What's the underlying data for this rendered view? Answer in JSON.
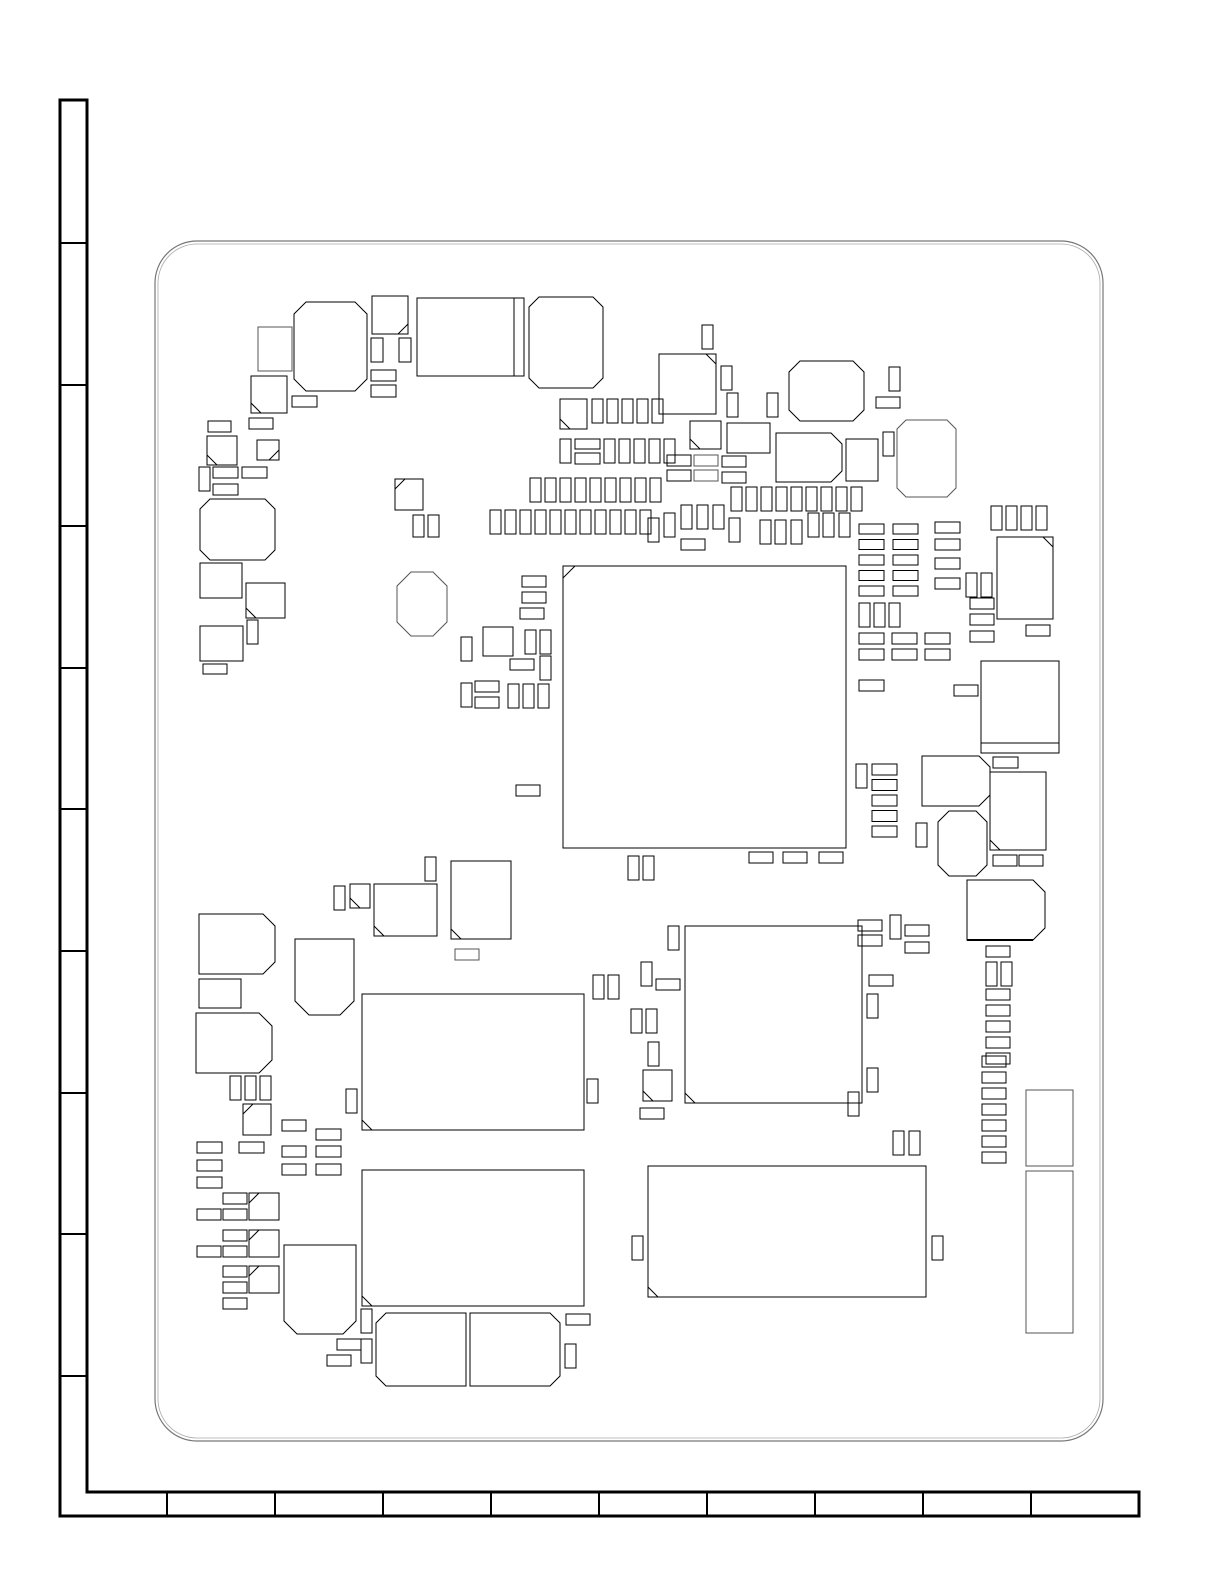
{
  "diagram": {
    "type": "pcb-component-placement",
    "frame": {
      "vertical_divisions": 10,
      "horizontal_divisions": 10,
      "zone_labels_printed": false
    },
    "board": {
      "outline": "rounded-rectangle",
      "text_printed": false
    },
    "colors": {
      "ink": "#000000",
      "outline_gray": "#666666",
      "background": "#ffffff"
    }
  }
}
